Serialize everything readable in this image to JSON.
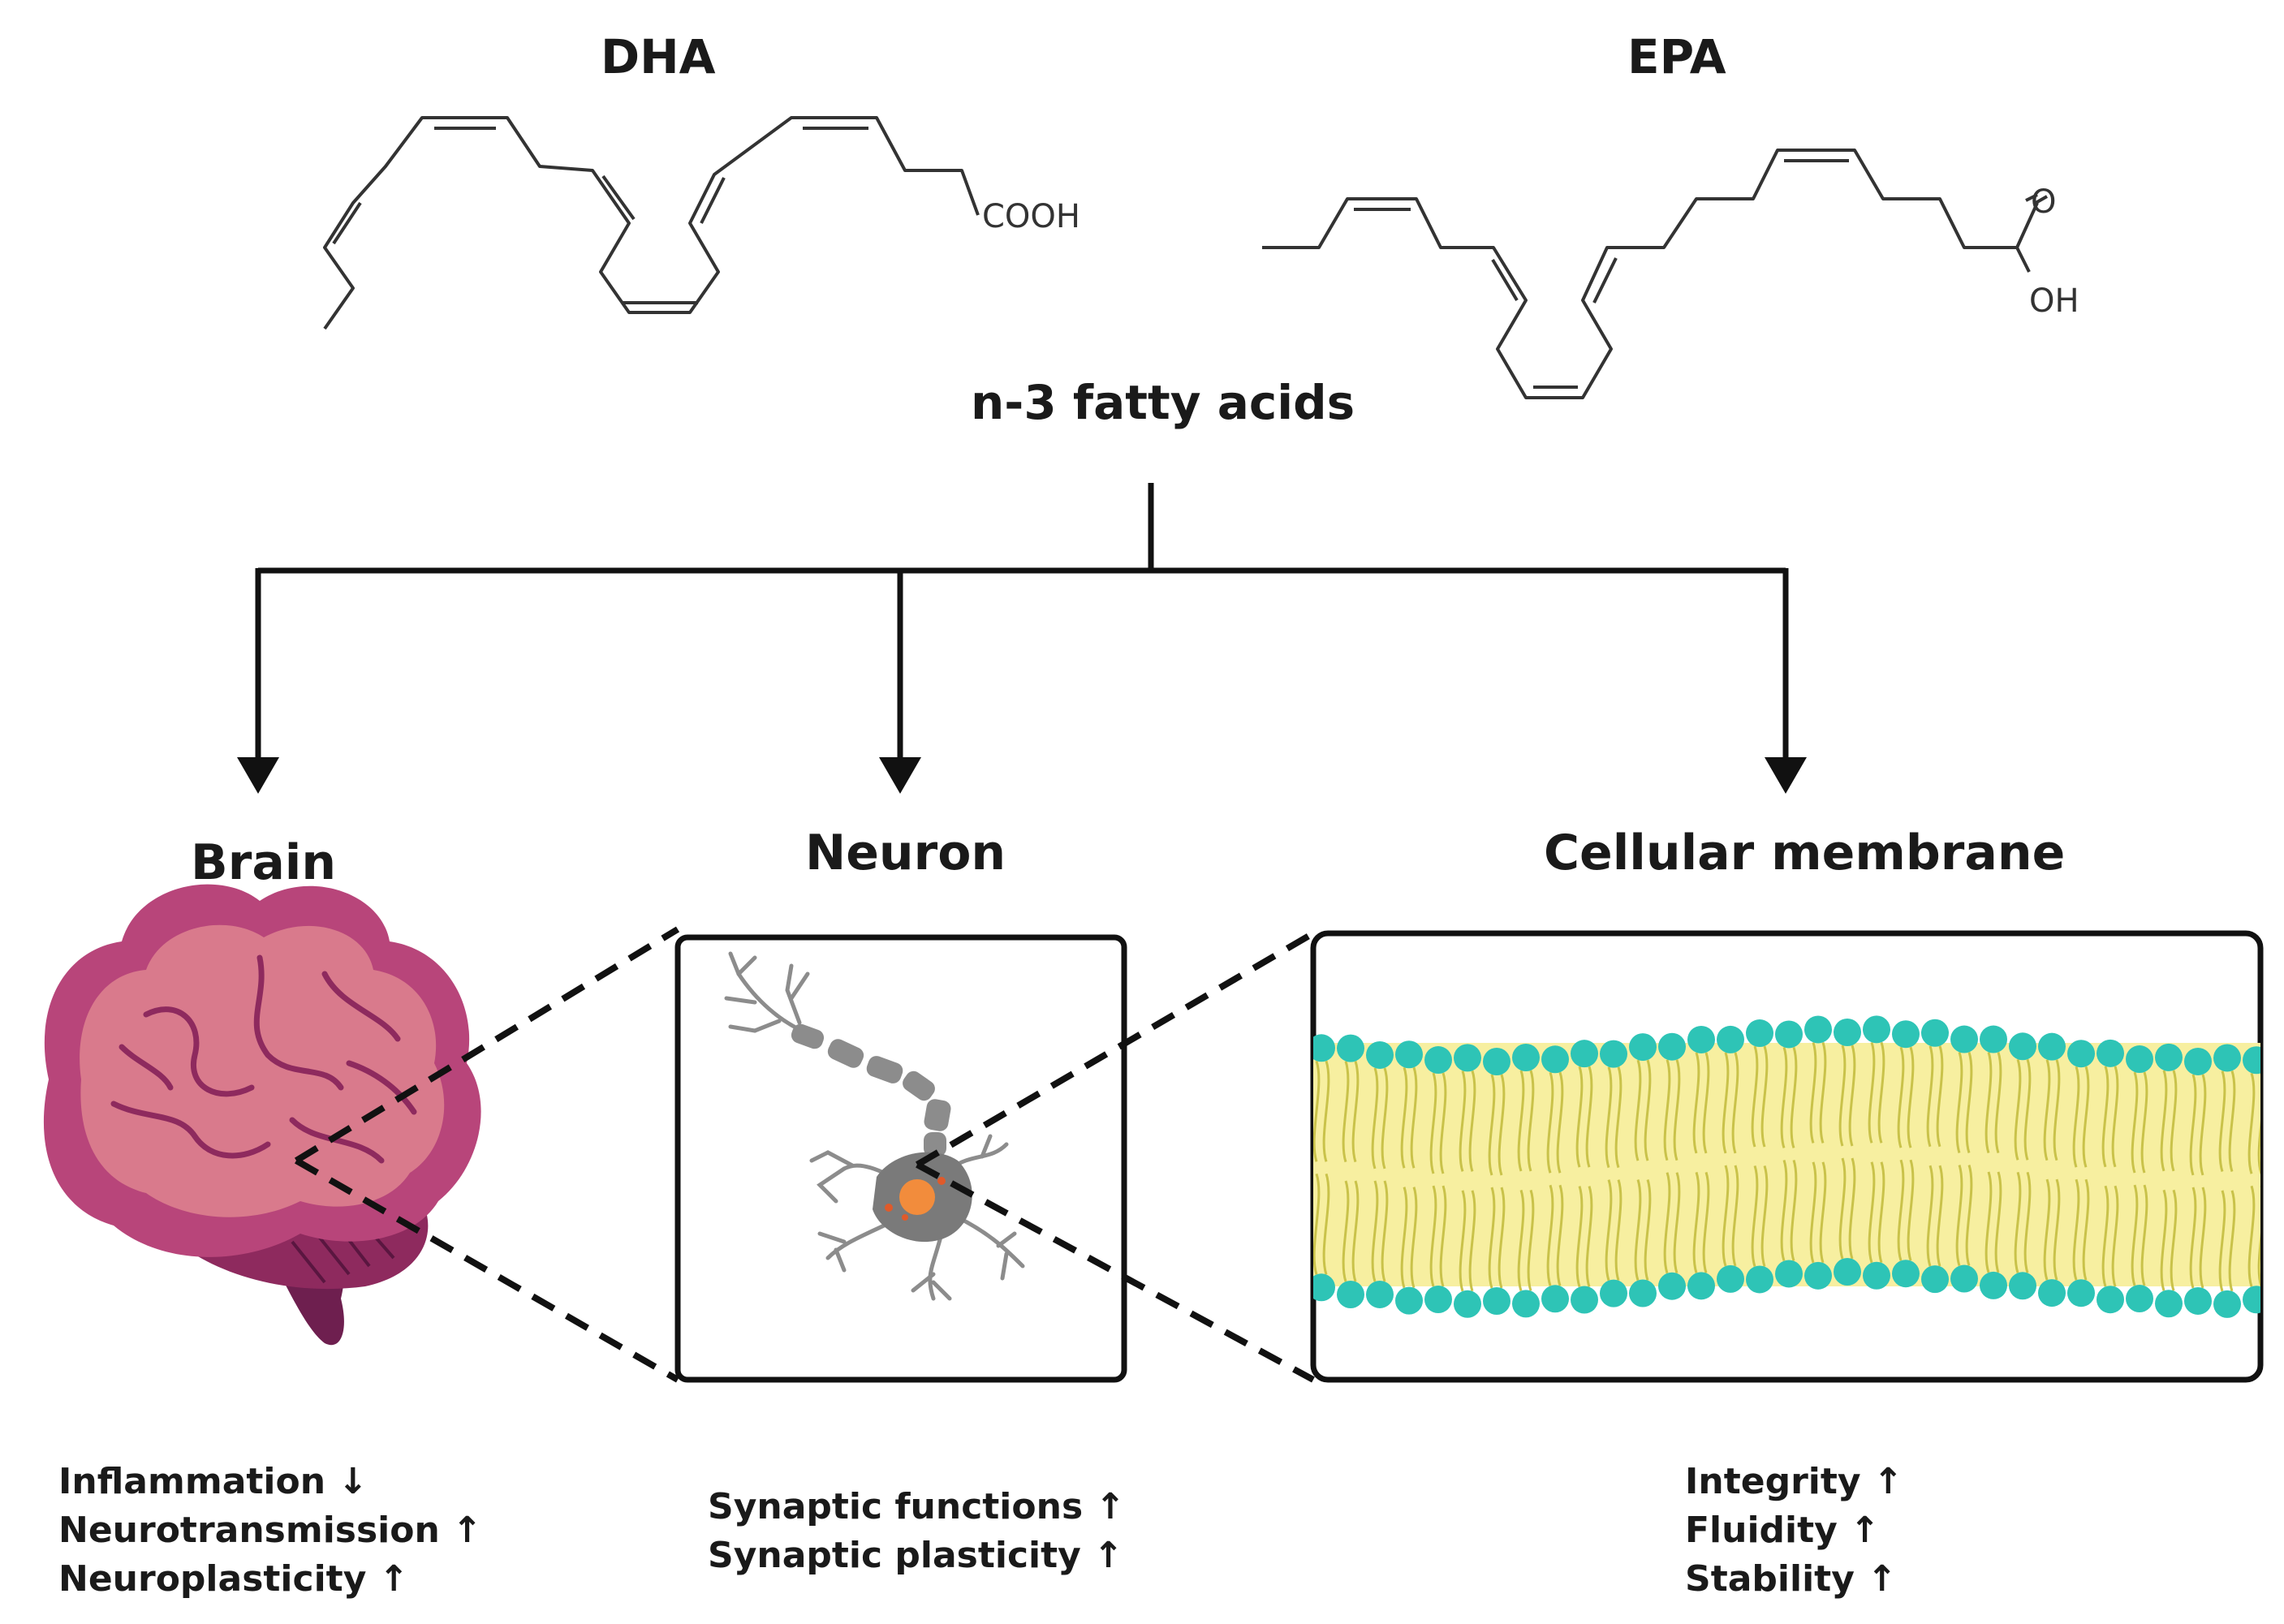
{
  "molecules": [
    {
      "name": "DHA",
      "terminal_group": "COOH"
    },
    {
      "name": "EPA",
      "carbonyl_o": "O",
      "hydroxyl": "OH"
    }
  ],
  "hub_label": "n-3 fatty acids",
  "categories": [
    {
      "title": "Brain",
      "effects": [
        "Inflammation ↓",
        "Neurotransmission ↑",
        "Neuroplasticity ↑"
      ]
    },
    {
      "title": "Neuron",
      "effects": [
        "Synaptic functions ↑",
        "Synaptic plasticity ↑"
      ]
    },
    {
      "title": "Cellular membrane",
      "effects": [
        "Integrity ↑",
        "Fluidity ↑",
        "Stability ↑"
      ]
    }
  ],
  "colors": {
    "brain_light": "#d97a8c",
    "brain_dark": "#b8457a",
    "brain_stem": "#6e1f4f",
    "neuron_gray": "#8c8c8c",
    "neuron_nucleus": "#f28c3c",
    "lipid_head": "#2ec4b6",
    "lipid_tail_bg": "#f7efa0",
    "lipid_tail_line": "#c9c24a"
  },
  "icons": [
    "brain-illustration",
    "neuron-illustration",
    "membrane-illustration"
  ]
}
